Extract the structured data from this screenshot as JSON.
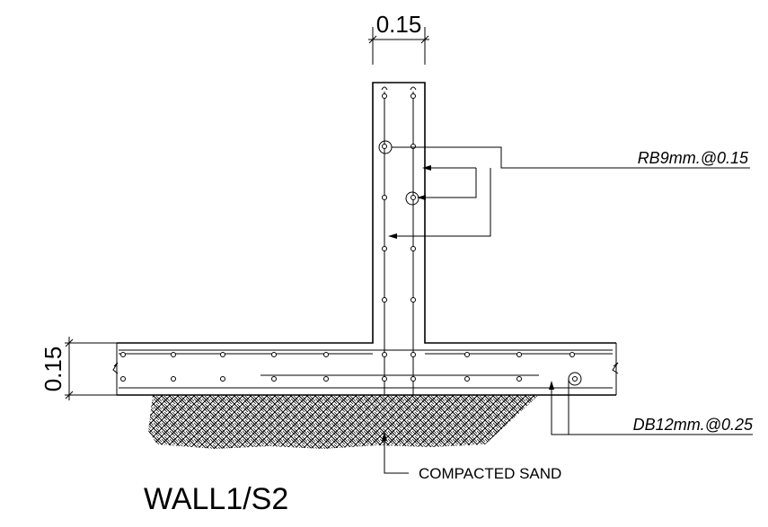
{
  "drawing": {
    "wall_thickness_dim": "0.15",
    "slab_thickness_dim": "0.15",
    "wall_rebar_note": "RB9mm.@0.15",
    "slab_rebar_note": "DB12mm.@0.25",
    "sand_note": "COMPACTED SAND",
    "title": "WALL1/S2"
  }
}
